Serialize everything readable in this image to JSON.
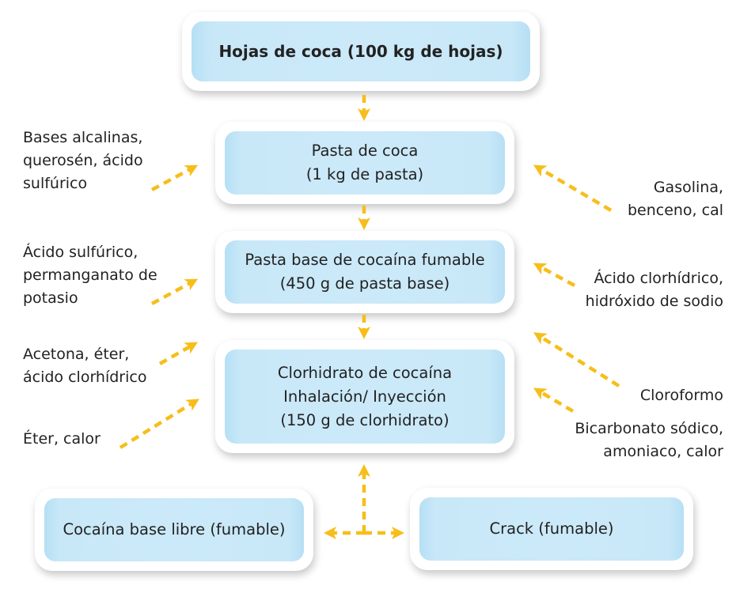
{
  "boxes": {
    "hojas": "Hojas de coca (100 kg de hojas)",
    "pasta": [
      "Pasta de coca",
      "(1 kg de pasta)"
    ],
    "pasta_base": [
      "Pasta base de cocaína fumable",
      "(450 g de pasta base)"
    ],
    "clorhidrato": [
      "Clorhidrato de cocaína",
      "Inhalación/ Inyección",
      "(150 g de clorhidrato)"
    ],
    "base_libre": "Cocaína base libre (fumable)",
    "crack": "Crack (fumable)"
  },
  "reagents_left": {
    "pasta": [
      "Bases alcalinas,",
      "querosén, ácido",
      "sulfúrico"
    ],
    "pasta_base": [
      "Ácido sulfúrico,",
      "permanganato de",
      "potasio"
    ],
    "clorhidrato_a": [
      "Acetona, éter,",
      "ácido clorhídrico"
    ],
    "clorhidrato_b": [
      "Éter, calor"
    ]
  },
  "reagents_right": {
    "pasta": [
      "Gasolina,",
      "benceno, cal"
    ],
    "pasta_base": [
      "Ácido clorhídrico,",
      "hidróxido de sodio"
    ],
    "clorhidrato_a": [
      "Cloroformo"
    ],
    "clorhidrato_b": [
      "Bicarbonato sódico,",
      "amoniaco, calor"
    ]
  },
  "colors": {
    "arrow": "#f7be1a",
    "box_fill": "#cbe9f9",
    "text": "#222222"
  }
}
